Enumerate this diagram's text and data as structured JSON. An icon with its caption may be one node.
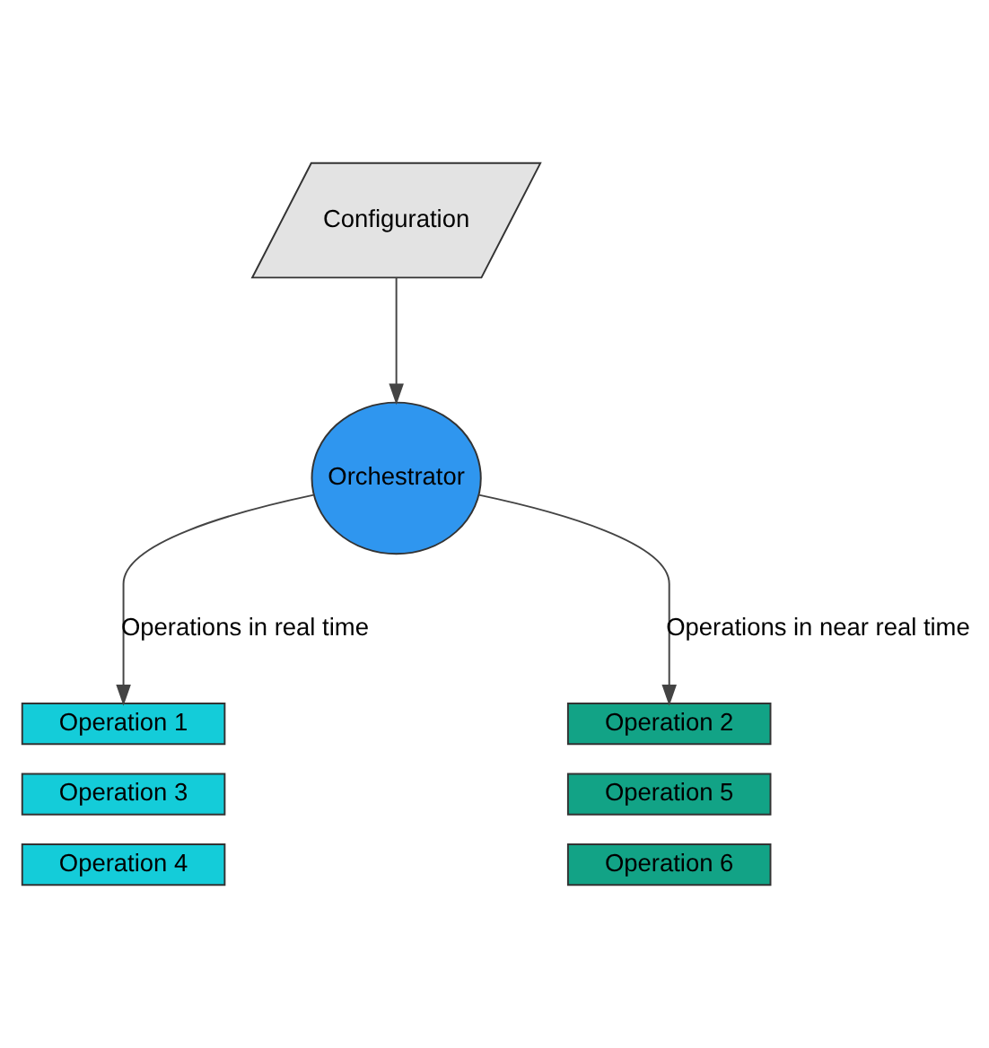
{
  "diagram": {
    "nodes": [
      {
        "text": [
          "Configuration"
        ]
      },
      {
        "text": [
          "Orchestrator"
        ]
      },
      {
        "text": [
          "Operation 1"
        ]
      },
      {
        "text": [
          "Operation 2"
        ]
      },
      {
        "text": [
          "Operation 3"
        ]
      },
      {
        "text": [
          "Operation 5"
        ]
      },
      {
        "text": [
          "Operation 4"
        ]
      },
      {
        "text": [
          "Operation 6"
        ]
      }
    ],
    "edges": [
      {
        "from": 0,
        "to": 1,
        "arrow": "to"
      },
      {
        "from": 1,
        "to": 2,
        "arrow": "to",
        "label": "Operations in real time"
      },
      {
        "from": 1,
        "to": 3,
        "arrow": "to",
        "label": "Operations in near real time"
      }
    ]
  }
}
